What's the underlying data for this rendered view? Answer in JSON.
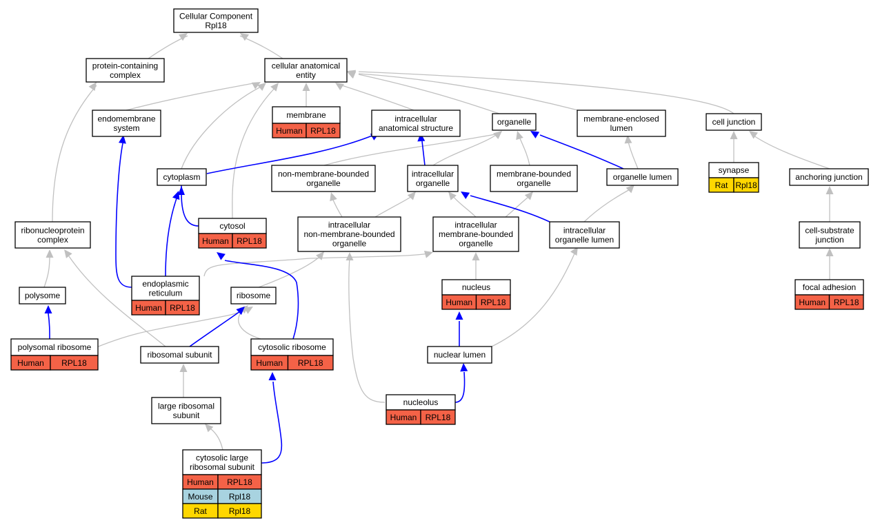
{
  "colors": {
    "human": "#f46247",
    "mouse": "#a8d3e0",
    "rat": "#ffd700",
    "edge_is_a": "#c0c0c0",
    "edge_part_of": "#0000ff"
  },
  "nodes": {
    "cellular_component": {
      "lines": [
        "Cellular Component",
        "Rpl18"
      ]
    },
    "protein_containing_complex": {
      "lines": [
        "protein-containing",
        "complex"
      ]
    },
    "cellular_anatomical_entity": {
      "lines": [
        "cellular anatomical",
        "entity"
      ]
    },
    "endomembrane_system": {
      "lines": [
        "endomembrane",
        "system"
      ]
    },
    "membrane": {
      "lines": [
        "membrane"
      ],
      "annotations": [
        [
          "Human",
          "RPL18"
        ]
      ]
    },
    "intracellular_anatomical_structure": {
      "lines": [
        "intracellular",
        "anatomical structure"
      ]
    },
    "organelle": {
      "lines": [
        "organelle"
      ]
    },
    "membrane_enclosed_lumen": {
      "lines": [
        "membrane-enclosed",
        "lumen"
      ]
    },
    "cell_junction": {
      "lines": [
        "cell junction"
      ]
    },
    "cytoplasm": {
      "lines": [
        "cytoplasm"
      ]
    },
    "non_membrane_bounded_organelle": {
      "lines": [
        "non-membrane-bounded",
        "organelle"
      ]
    },
    "intracellular_organelle": {
      "lines": [
        "intracellular",
        "organelle"
      ]
    },
    "membrane_bounded_organelle": {
      "lines": [
        "membrane-bounded",
        "organelle"
      ]
    },
    "organelle_lumen": {
      "lines": [
        "organelle lumen"
      ]
    },
    "synapse": {
      "lines": [
        "synapse"
      ],
      "annotations": [
        [
          "Rat",
          "Rpl18"
        ]
      ]
    },
    "anchoring_junction": {
      "lines": [
        "anchoring junction"
      ]
    },
    "ribonucleoprotein_complex": {
      "lines": [
        "ribonucleoprotein",
        "complex"
      ]
    },
    "cytosol": {
      "lines": [
        "cytosol"
      ],
      "annotations": [
        [
          "Human",
          "RPL18"
        ]
      ]
    },
    "intracellular_non_membrane_bounded_organelle": {
      "lines": [
        "intracellular",
        "non-membrane-bounded",
        "organelle"
      ]
    },
    "intracellular_membrane_bounded_organelle": {
      "lines": [
        "intracellular",
        "membrane-bounded",
        "organelle"
      ]
    },
    "intracellular_organelle_lumen": {
      "lines": [
        "intracellular",
        "organelle lumen"
      ]
    },
    "cell_substrate_junction": {
      "lines": [
        "cell-substrate",
        "junction"
      ]
    },
    "polysome": {
      "lines": [
        "polysome"
      ]
    },
    "endoplasmic_reticulum": {
      "lines": [
        "endoplasmic",
        "reticulum"
      ],
      "annotations": [
        [
          "Human",
          "RPL18"
        ]
      ]
    },
    "ribosome": {
      "lines": [
        "ribosome"
      ]
    },
    "nucleus": {
      "lines": [
        "nucleus"
      ],
      "annotations": [
        [
          "Human",
          "RPL18"
        ]
      ]
    },
    "focal_adhesion": {
      "lines": [
        "focal adhesion"
      ],
      "annotations": [
        [
          "Human",
          "RPL18"
        ]
      ]
    },
    "polysomal_ribosome": {
      "lines": [
        "polysomal ribosome"
      ],
      "annotations": [
        [
          "Human",
          "RPL18"
        ]
      ]
    },
    "ribosomal_subunit": {
      "lines": [
        "ribosomal subunit"
      ]
    },
    "cytosolic_ribosome": {
      "lines": [
        "cytosolic ribosome"
      ],
      "annotations": [
        [
          "Human",
          "RPL18"
        ]
      ]
    },
    "nuclear_lumen": {
      "lines": [
        "nuclear lumen"
      ]
    },
    "large_ribosomal_subunit": {
      "lines": [
        "large ribosomal",
        "subunit"
      ]
    },
    "nucleolus": {
      "lines": [
        "nucleolus"
      ],
      "annotations": [
        [
          "Human",
          "RPL18"
        ]
      ]
    },
    "cytosolic_large_ribosomal_subunit": {
      "lines": [
        "cytosolic large",
        "ribosomal subunit"
      ],
      "annotations": [
        [
          "Human",
          "RPL18"
        ],
        [
          "Mouse",
          "Rpl18"
        ],
        [
          "Rat",
          "Rpl18"
        ]
      ]
    }
  }
}
